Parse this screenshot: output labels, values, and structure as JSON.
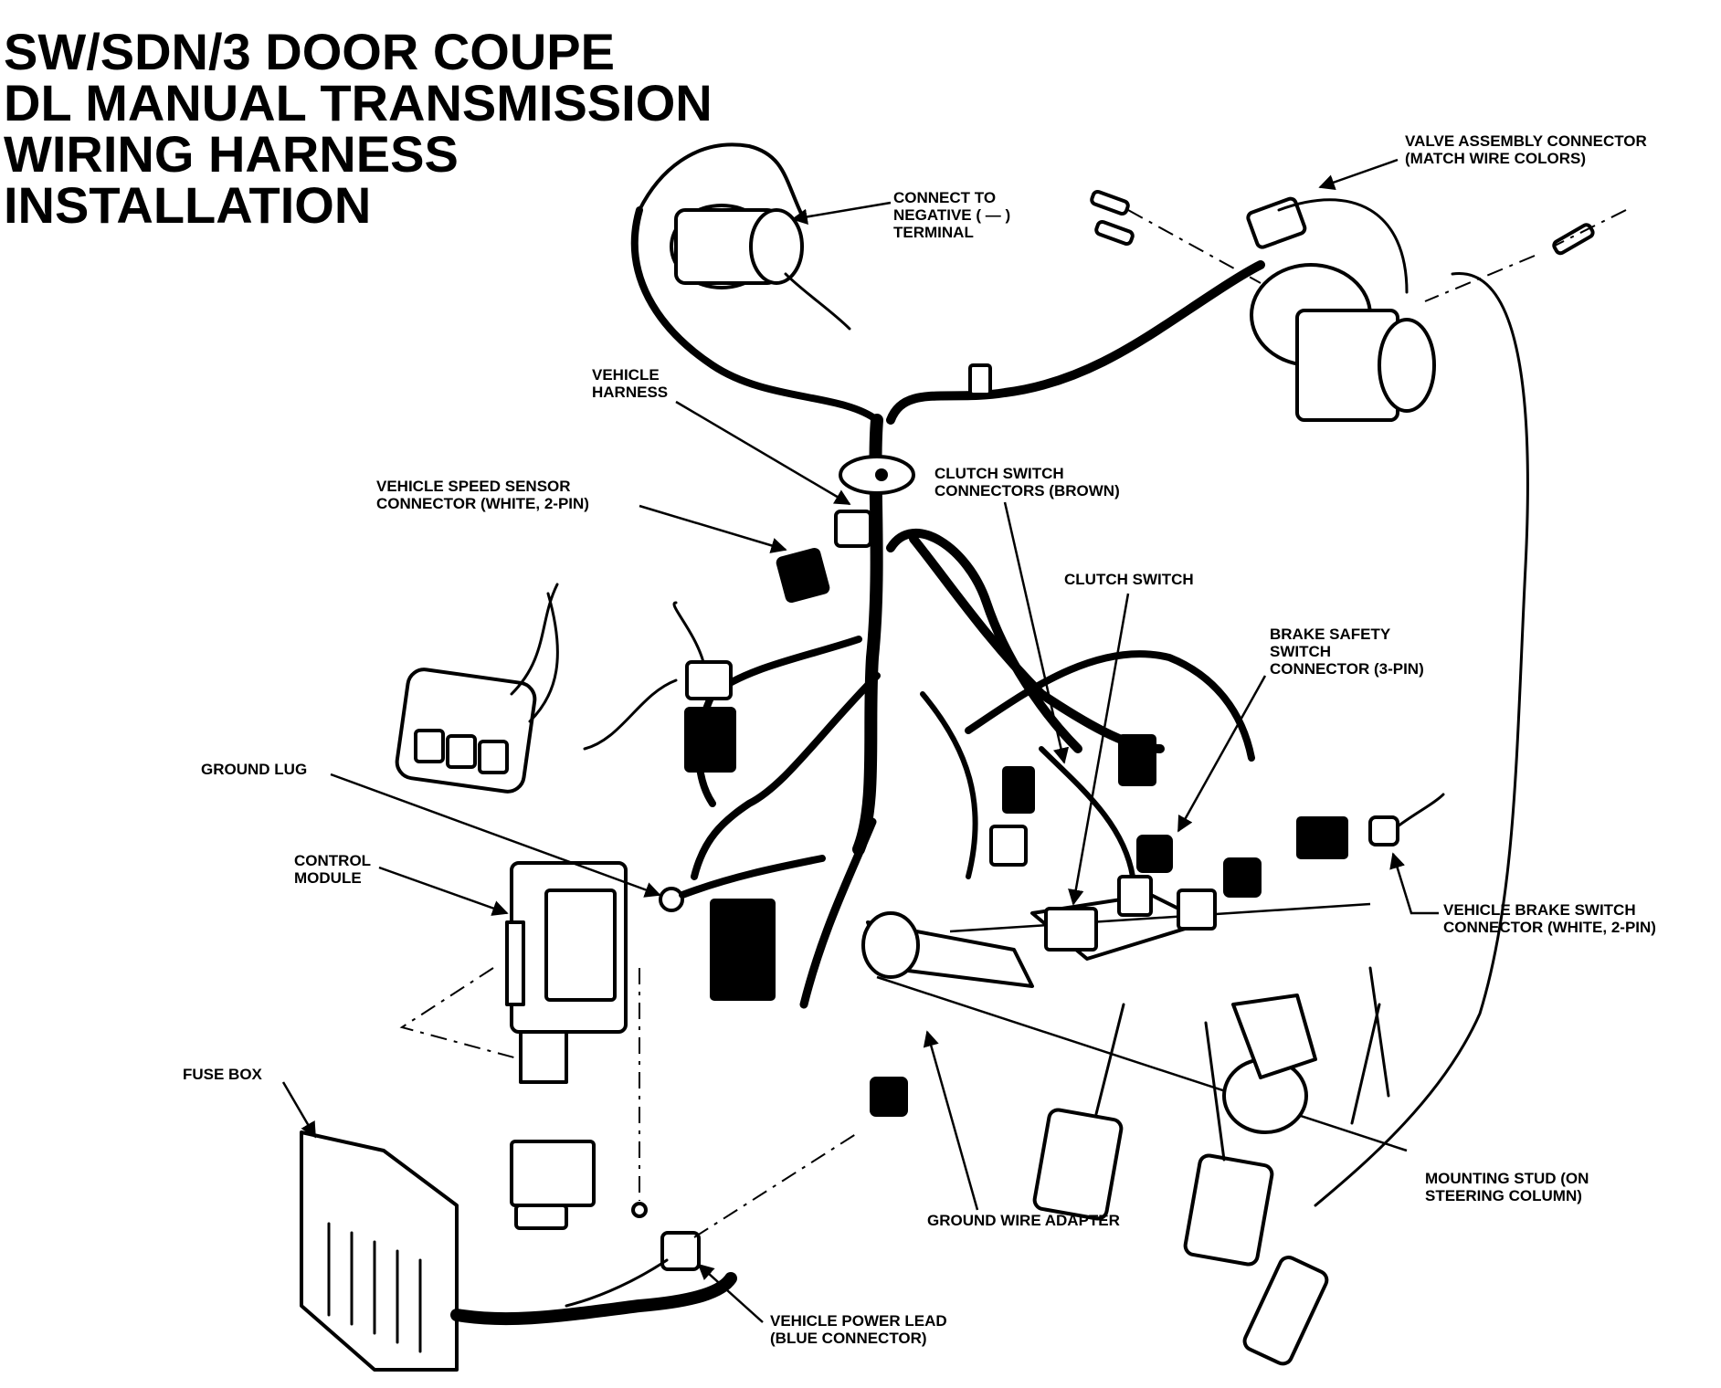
{
  "title": {
    "line1": "SW/SDN/3  DOOR  COUPE",
    "line2": "DL  MANUAL  TRANSMISSION",
    "line3": "WIRING HARNESS",
    "line4": "INSTALLATION"
  },
  "labels": {
    "connect_negative": [
      "CONNECT TO",
      "NEGATIVE ( — )",
      "TERMINAL"
    ],
    "valve_assembly": [
      "VALVE ASSEMBLY CONNECTOR",
      "(MATCH WIRE COLORS)"
    ],
    "vehicle_harness": [
      "VEHICLE",
      "HARNESS"
    ],
    "speed_sensor": [
      "VEHICLE SPEED SENSOR",
      "CONNECTOR (WHITE, 2-PIN)"
    ],
    "clutch_connectors": [
      "CLUTCH SWITCH",
      "CONNECTORS (BROWN)"
    ],
    "clutch_switch": [
      "CLUTCH SWITCH"
    ],
    "brake_safety": [
      "BRAKE SAFETY",
      "SWITCH",
      "CONNECTOR (3-PIN)"
    ],
    "ground_lug": [
      "GROUND LUG"
    ],
    "control_module": [
      "CONTROL",
      "MODULE"
    ],
    "brake_switch": [
      "VEHICLE BRAKE SWITCH",
      "CONNECTOR (WHITE, 2-PIN)"
    ],
    "fuse_box": [
      "FUSE BOX"
    ],
    "mounting_stud": [
      "MOUNTING STUD (ON",
      "STEERING COLUMN)"
    ],
    "ground_wire": [
      "GROUND WIRE ADAPTER"
    ],
    "power_lead": [
      "VEHICLE POWER LEAD",
      "(BLUE CONNECTOR)"
    ]
  }
}
